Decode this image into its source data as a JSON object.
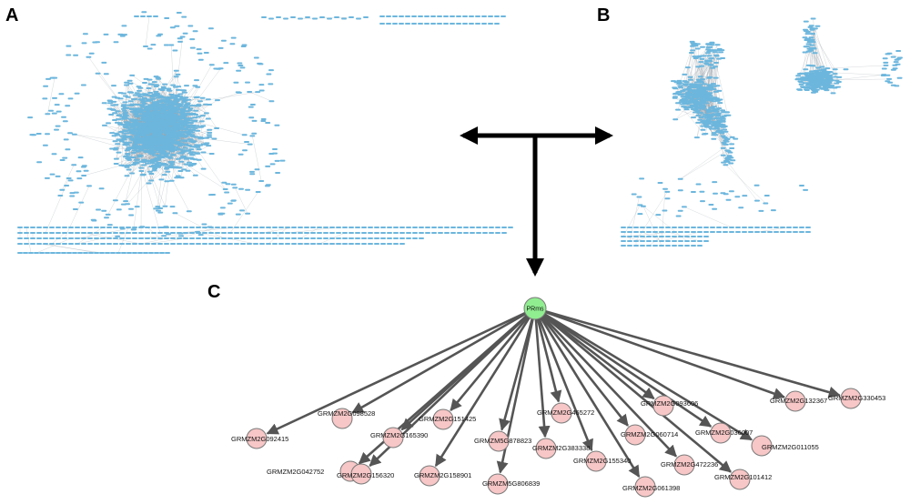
{
  "panels": {
    "a": "A",
    "b": "B",
    "c": "C"
  },
  "colors": {
    "network_node": "#6cb6dd",
    "network_edge": "#9aa3aa",
    "hub_fill": "#90ee90",
    "target_fill": "#f7c6c6",
    "target_stroke": "#7a7a7a",
    "regulatory_edge": "#555555",
    "connector": "#000000"
  },
  "hub": {
    "label": "PRms"
  },
  "targets": [
    "GRMZM2G092415",
    "GRMZM2G098528",
    "GRMZM2G042752",
    "GRMZM2G165390",
    "GRMZM2G156320",
    "GRMZM2G151425",
    "GRMZM2G158901",
    "GRMZM5G878823",
    "GRMZM5G806839",
    "GRMZM2G383338",
    "GRMZM2G465272",
    "GRMZM2G155340",
    "GRMZM2G060714",
    "GRMZM2G061398",
    "GRMZM2G093606",
    "GRMZM2G472236",
    "GRMZM2G036007",
    "GRMZM2G101412",
    "GRMZM2G011055",
    "GRMZM2G132367",
    "GRMZM2G330453"
  ]
}
